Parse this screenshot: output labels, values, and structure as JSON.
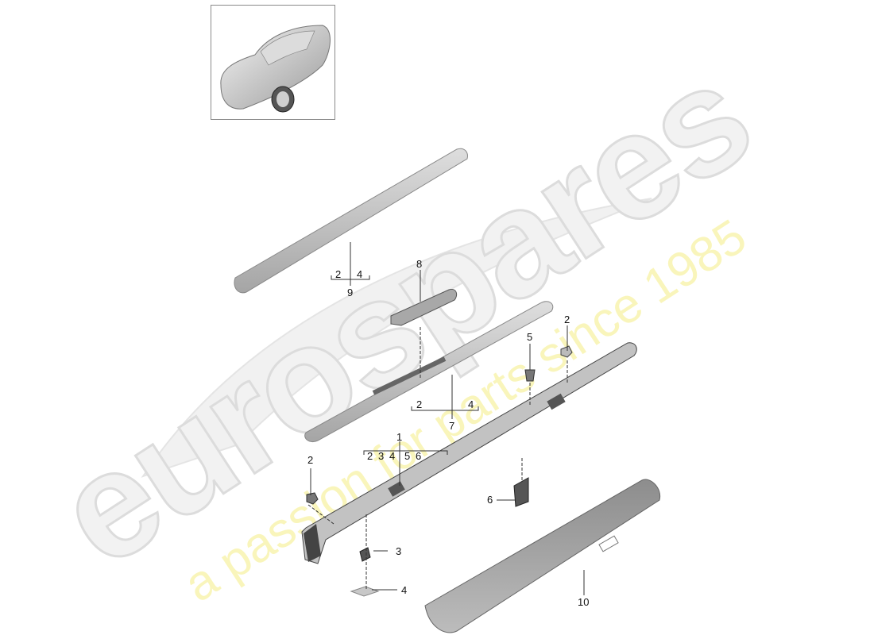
{
  "diagram": {
    "type": "exploded-parts-diagram",
    "subject": "door sill / entry trim assembly",
    "overview_thumbnail": {
      "depicts": "car-overview-illustration"
    },
    "callouts": [
      {
        "id": "c1",
        "number": "1",
        "sub_numbers": [
          "2",
          "3",
          "4",
          "5",
          "6"
        ]
      },
      {
        "id": "c2a",
        "number": "2"
      },
      {
        "id": "c2b",
        "number": "2"
      },
      {
        "id": "c3",
        "number": "3"
      },
      {
        "id": "c4",
        "number": "4"
      },
      {
        "id": "c5",
        "number": "5"
      },
      {
        "id": "c6",
        "number": "6"
      },
      {
        "id": "c7",
        "number": "7",
        "sub_numbers": [
          "2",
          "4"
        ]
      },
      {
        "id": "c8",
        "number": "8"
      },
      {
        "id": "c9",
        "number": "9",
        "sub_numbers": [
          "2",
          "4"
        ]
      },
      {
        "id": "c10",
        "number": "10"
      }
    ],
    "parts": [
      {
        "number": "1",
        "name": "sill-carrier-rail"
      },
      {
        "number": "2",
        "name": "clip"
      },
      {
        "number": "3",
        "name": "retainer"
      },
      {
        "number": "4",
        "name": "pad"
      },
      {
        "number": "5",
        "name": "expanding-rivet"
      },
      {
        "number": "6",
        "name": "bracket"
      },
      {
        "number": "7",
        "name": "inner-sill-trim"
      },
      {
        "number": "8",
        "name": "lamp-insert"
      },
      {
        "number": "9",
        "name": "upper-trim-strip"
      },
      {
        "number": "10",
        "name": "entry-guard-panel"
      }
    ]
  },
  "watermark": {
    "brand": "eurospares",
    "tagline": "a passion for parts since 1985",
    "brand_color": "#e6e6e6",
    "tagline_color": "#f7f3a8"
  },
  "colors": {
    "part_fill": "#b9b9b9",
    "part_dark": "#555555",
    "line": "#333333"
  }
}
